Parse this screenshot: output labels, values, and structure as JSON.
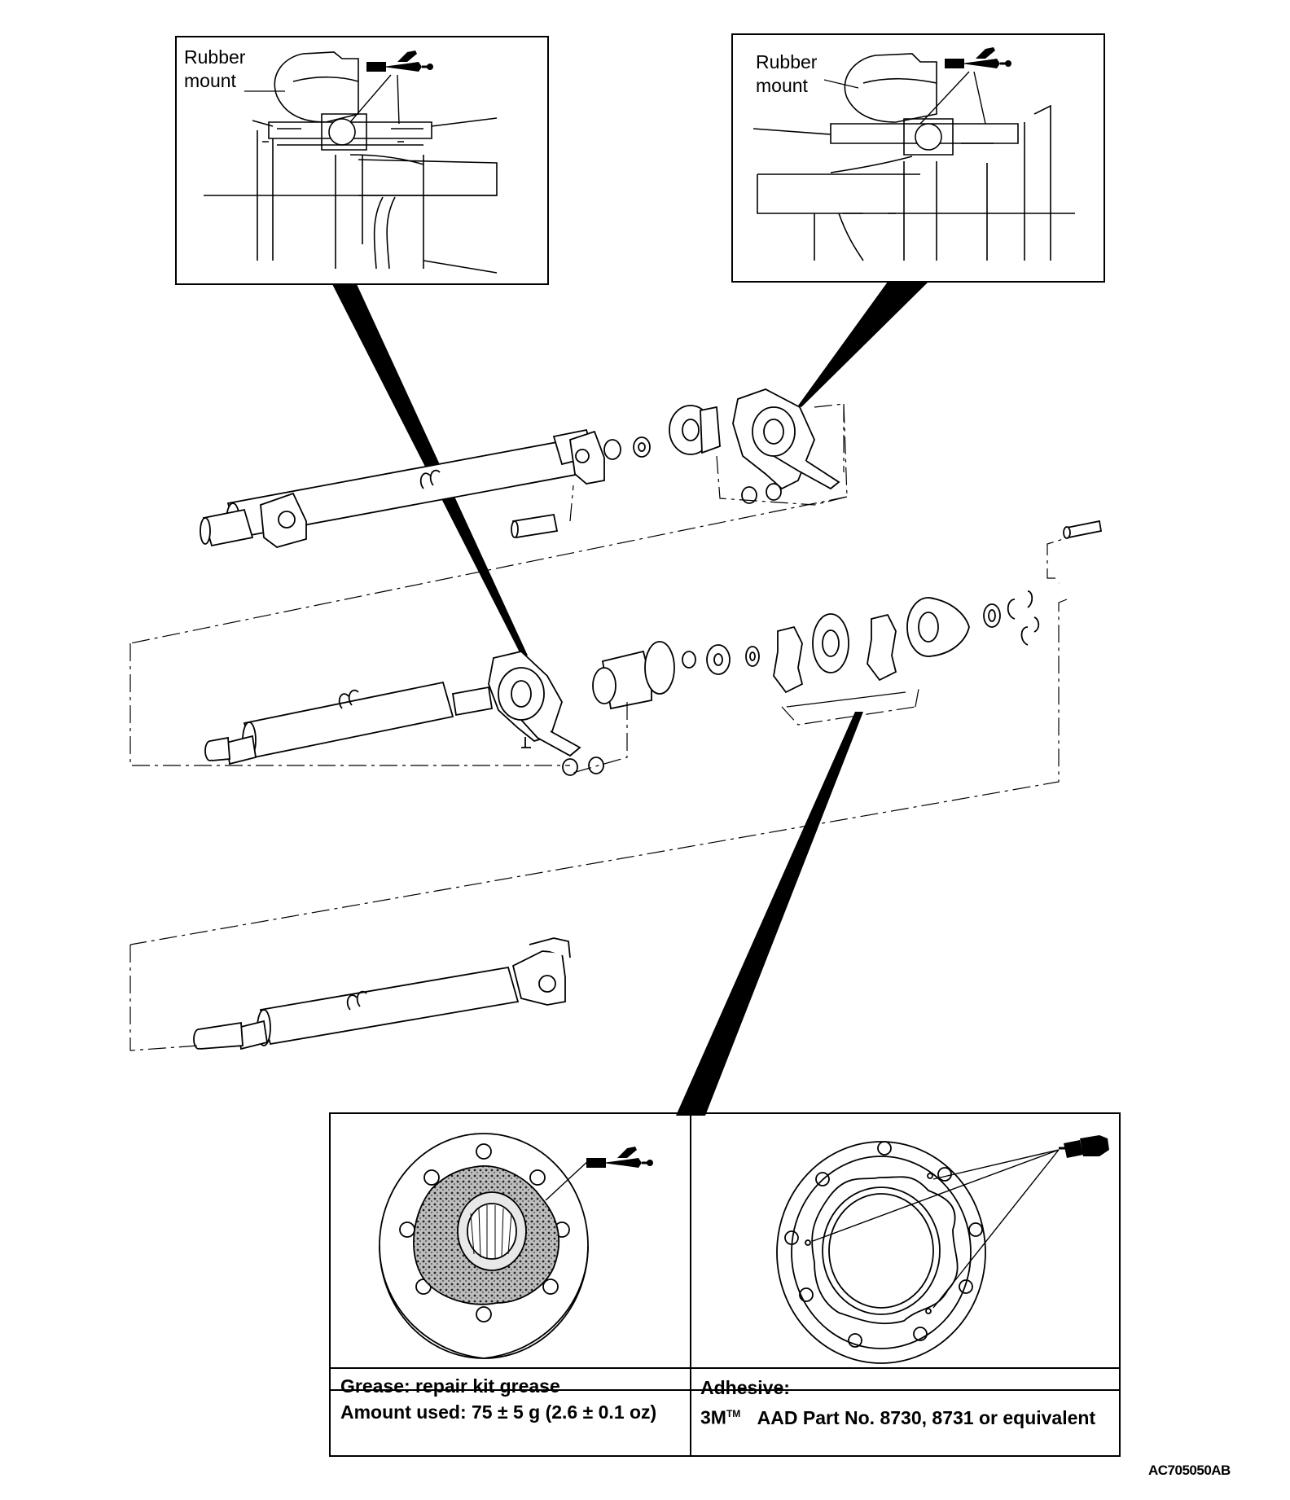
{
  "callouts": {
    "left_detail_label_line1": "Rubber",
    "left_detail_label_line2": "mount",
    "right_detail_label_line1": "Rubber",
    "right_detail_label_line2": "mount"
  },
  "notes": {
    "grease_line1": "Grease: repair kit grease",
    "grease_line2": "Amount used: 75 ± 5 g (2.6 ± 0.1 oz)",
    "adhesive_line1": "Adhesive:",
    "adhesive_line2_brand": "3M",
    "adhesive_line2_mark": "TM",
    "adhesive_line2_rest": "AAD Part No. 8730, 8731 or equivalent"
  },
  "figure_code": "AC705050AB",
  "icons": [
    "grease-gun-icon",
    "adhesive-tube-icon"
  ],
  "colors": {
    "line": "#000000",
    "background": "#ffffff"
  }
}
